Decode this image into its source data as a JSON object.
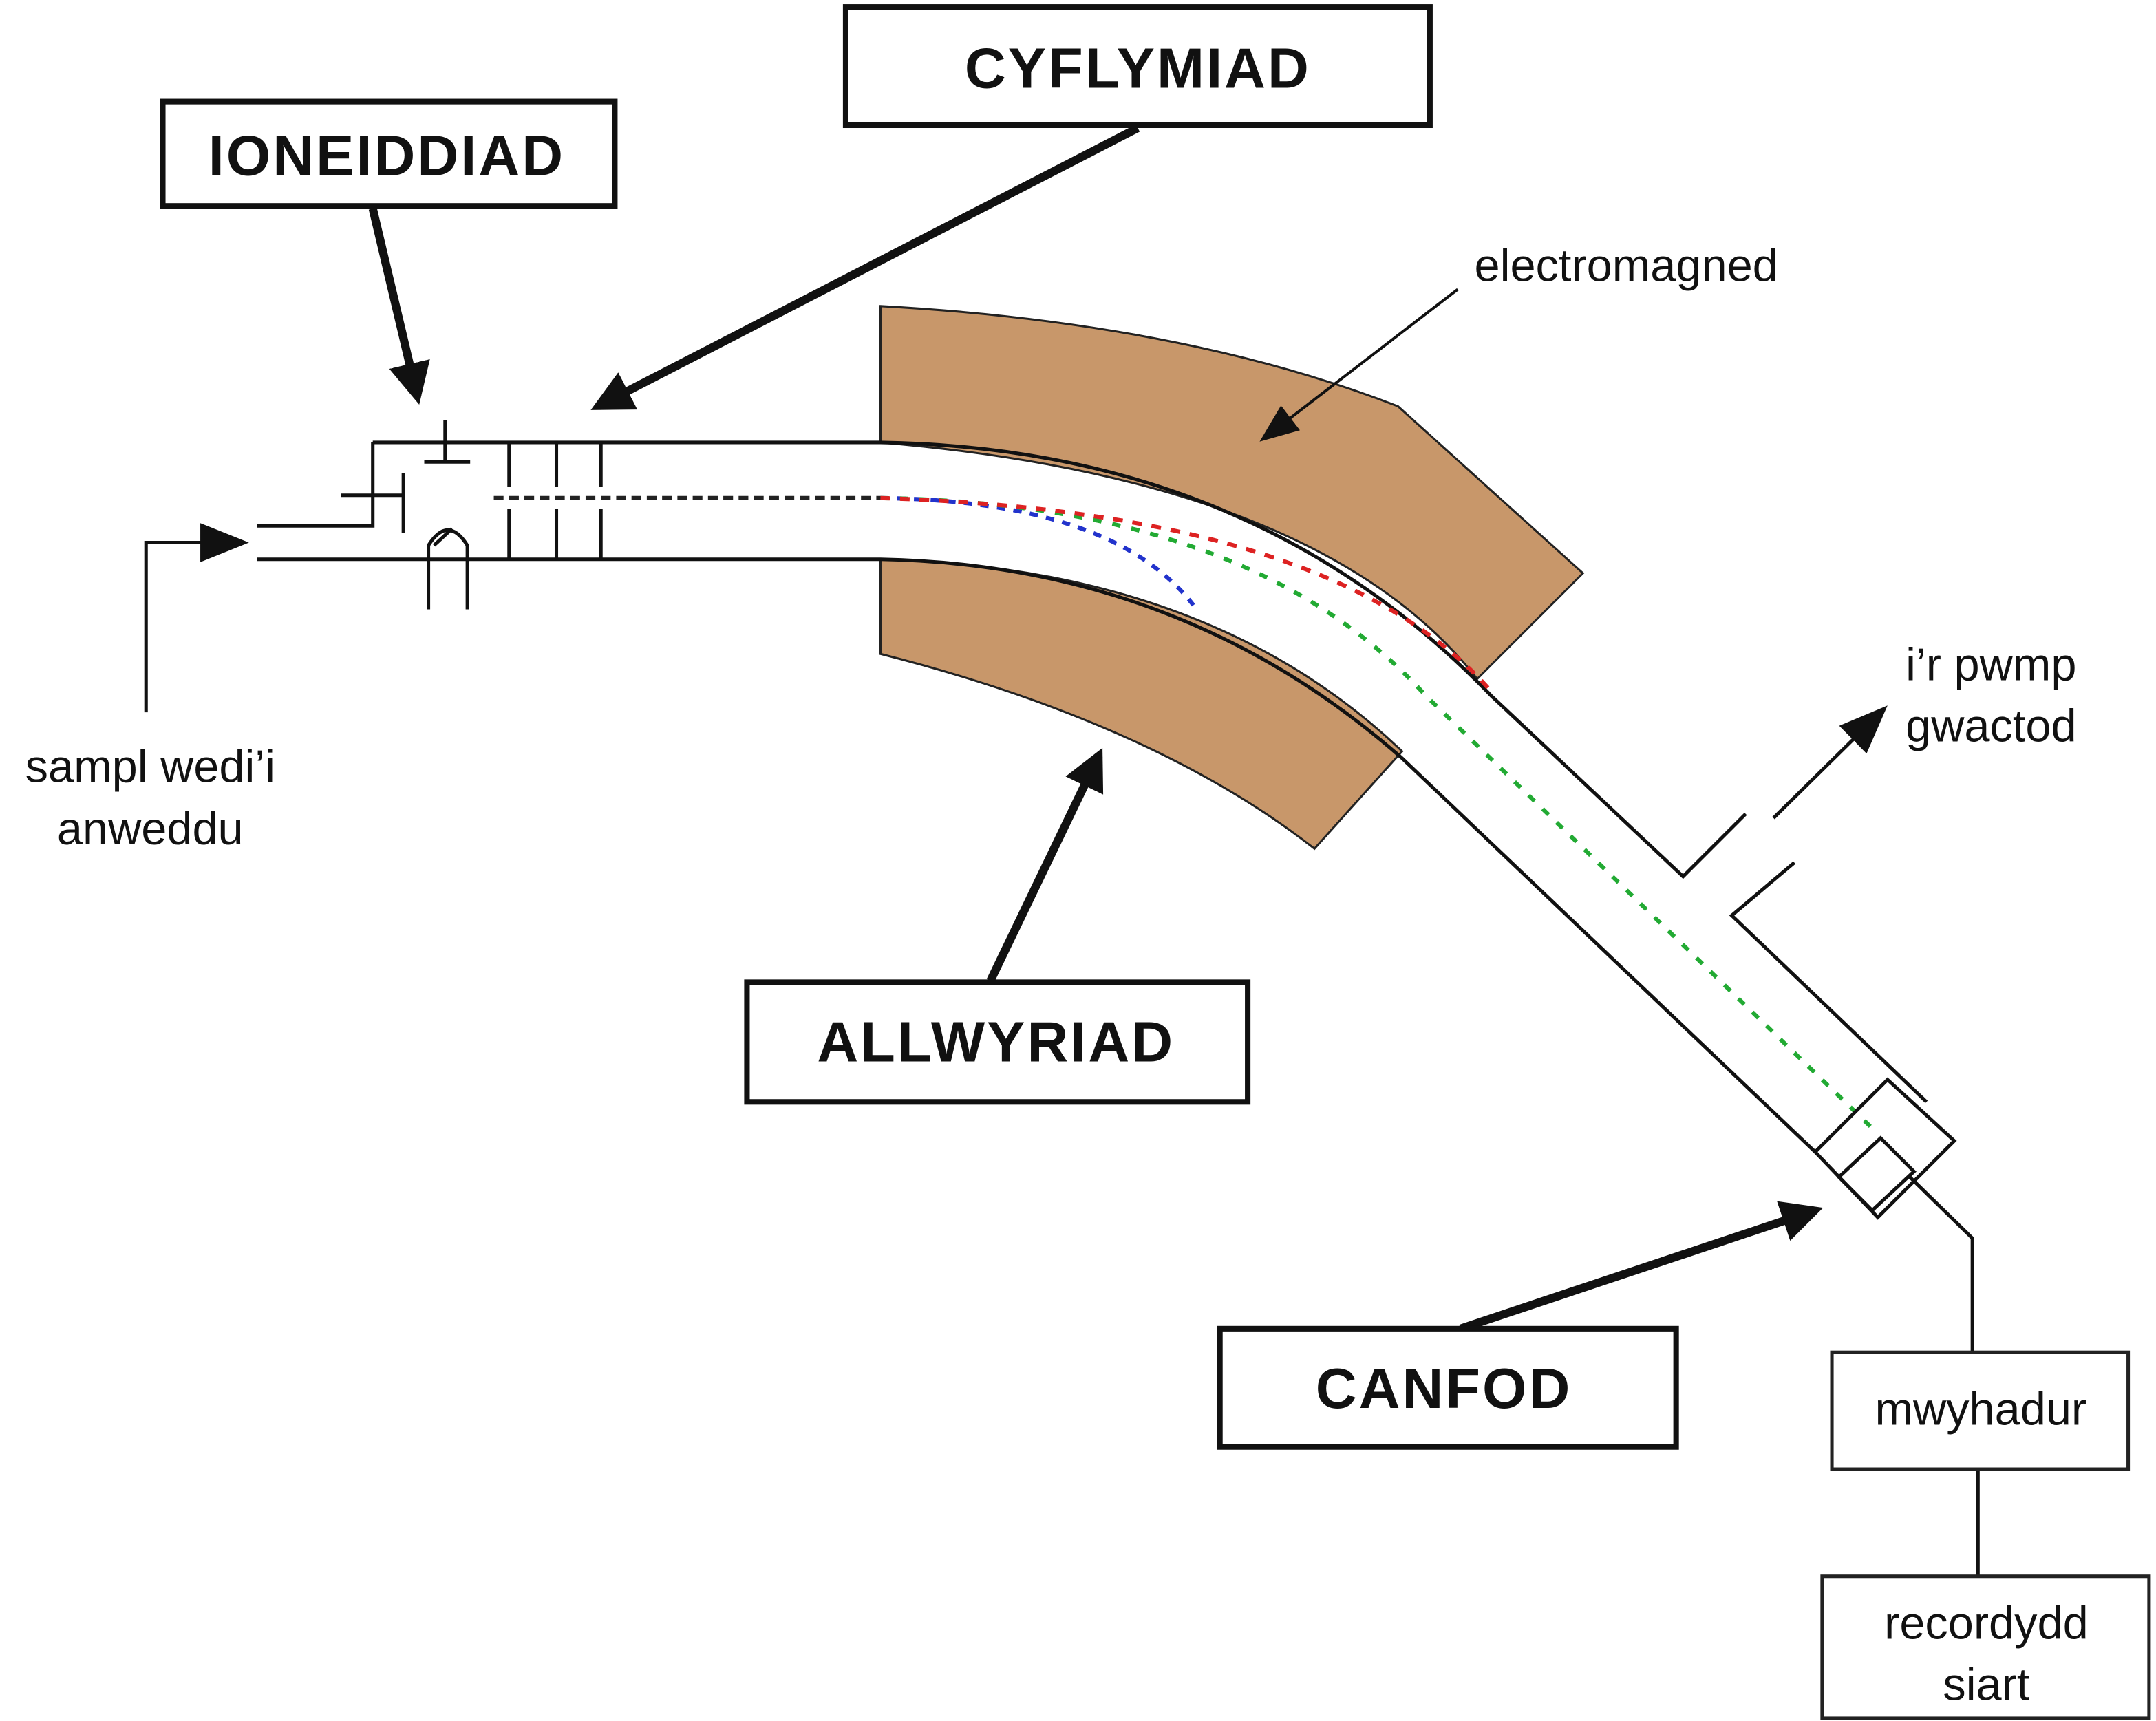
{
  "labels": {
    "ionisation": "IONEIDDIAD",
    "acceleration": "CYFLYMIAD",
    "deflection": "ALLWYRIAD",
    "detection": "CANFOD",
    "electromagnet": "electromagned",
    "sample_line1": "sampl wedi’i",
    "sample_line2": "anweddu",
    "pump_line1": "i’r pwmp",
    "pump_line2": "gwactod",
    "amplifier": "mwyhadur",
    "recorder_line1": "recordydd",
    "recorder_line2": "siart"
  },
  "colors": {
    "magnet": "#C8976A",
    "beam_light": "#2233cc",
    "beam_medium": "#22aa33",
    "beam_heavy": "#dd2222"
  }
}
